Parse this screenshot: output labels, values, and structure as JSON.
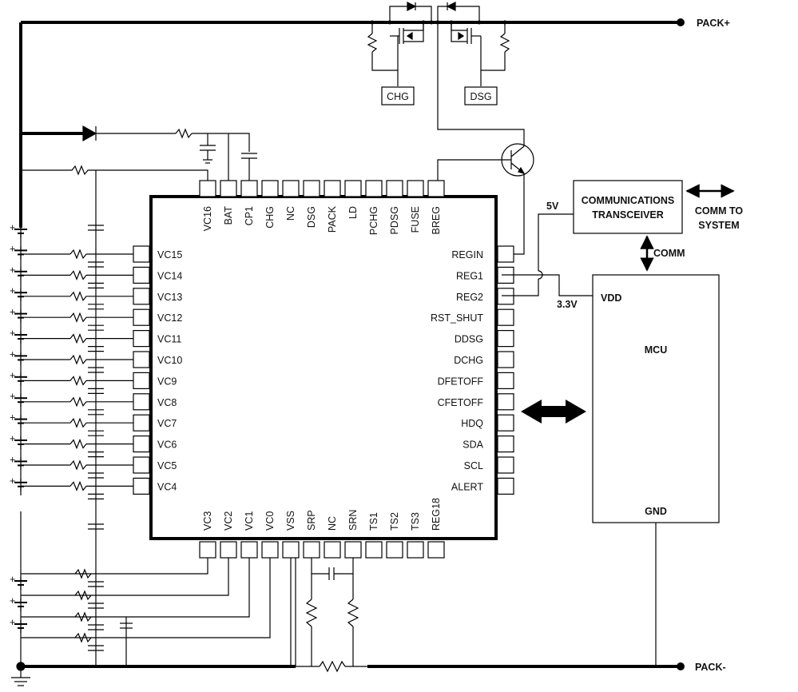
{
  "power": {
    "pack_plus": "PACK+",
    "pack_minus": "PACK-",
    "fet_chg": "CHG",
    "fet_dsg": "DSG"
  },
  "chip": {
    "top_pins": [
      "VC16",
      "BAT",
      "CP1",
      "CHG",
      "NC",
      "DSG",
      "PACK",
      "LD",
      "PCHG",
      "PDSG",
      "FUSE",
      "BREG"
    ],
    "bottom_pins": [
      "VC3",
      "VC2",
      "VC1",
      "VC0",
      "VSS",
      "SRP",
      "NC",
      "SRN",
      "TS1",
      "TS2",
      "TS3",
      "REG18"
    ],
    "left_pins": [
      "VC15",
      "VC14",
      "VC13",
      "VC12",
      "VC11",
      "VC10",
      "VC9",
      "VC8",
      "VC7",
      "VC6",
      "VC5",
      "VC4"
    ],
    "right_pins": [
      "REGIN",
      "REG1",
      "REG2",
      "RST_SHUT",
      "DDSG",
      "DCHG",
      "DFETOFF",
      "CFETOFF",
      "HDQ",
      "SDA",
      "SCL",
      "ALERT"
    ]
  },
  "transceiver": {
    "line1": "COMMUNICATIONS",
    "line2": "TRANSCEIVER",
    "supply": "5V",
    "comm_to_line1": "COMM TO",
    "comm_to_line2": "SYSTEM",
    "comm": "COMM"
  },
  "mcu": {
    "title": "MCU",
    "vdd": "VDD",
    "gnd": "GND",
    "supply": "3.3V"
  },
  "battery": {
    "plus_sign": "+"
  }
}
